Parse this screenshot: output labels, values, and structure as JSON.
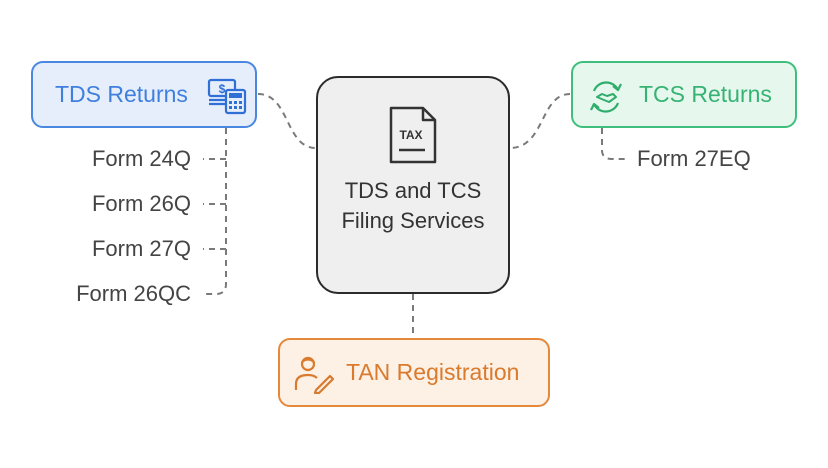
{
  "center": {
    "title": "TDS and TCS Filing Services",
    "icon_text": "TAX",
    "icon": "tax-document-icon"
  },
  "tds": {
    "label": "TDS Returns",
    "icon": "cash-calculator-icon",
    "color": "#4a87e0",
    "forms": [
      "Form 24Q",
      "Form 26Q",
      "Form 27Q",
      "Form 26QC"
    ]
  },
  "tcs": {
    "label": "TCS Returns",
    "icon": "exchange-handshake-icon",
    "color": "#3ebf7b",
    "forms": [
      "Form 27EQ"
    ]
  },
  "tan": {
    "label": "TAN Registration",
    "icon": "person-pen-icon",
    "color": "#e5883a"
  }
}
